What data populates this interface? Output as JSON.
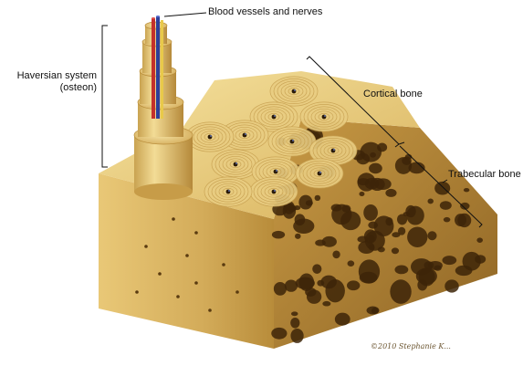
{
  "labels": {
    "blood_vessels": "Blood vessels and nerves",
    "haversian_line1": "Haversian system",
    "haversian_line2": "(osteon)",
    "cortical": "Cortical bone",
    "trabecular": "Trabecular bone"
  },
  "signature": "©2010 Stephanie K...",
  "colors": {
    "bone_light": "#f2d98c",
    "bone_mid": "#d9b662",
    "bone_dark": "#a57a2c",
    "pore": "#3d2508",
    "vessel_red": "#c4302b",
    "vessel_blue": "#2d3f9a"
  }
}
